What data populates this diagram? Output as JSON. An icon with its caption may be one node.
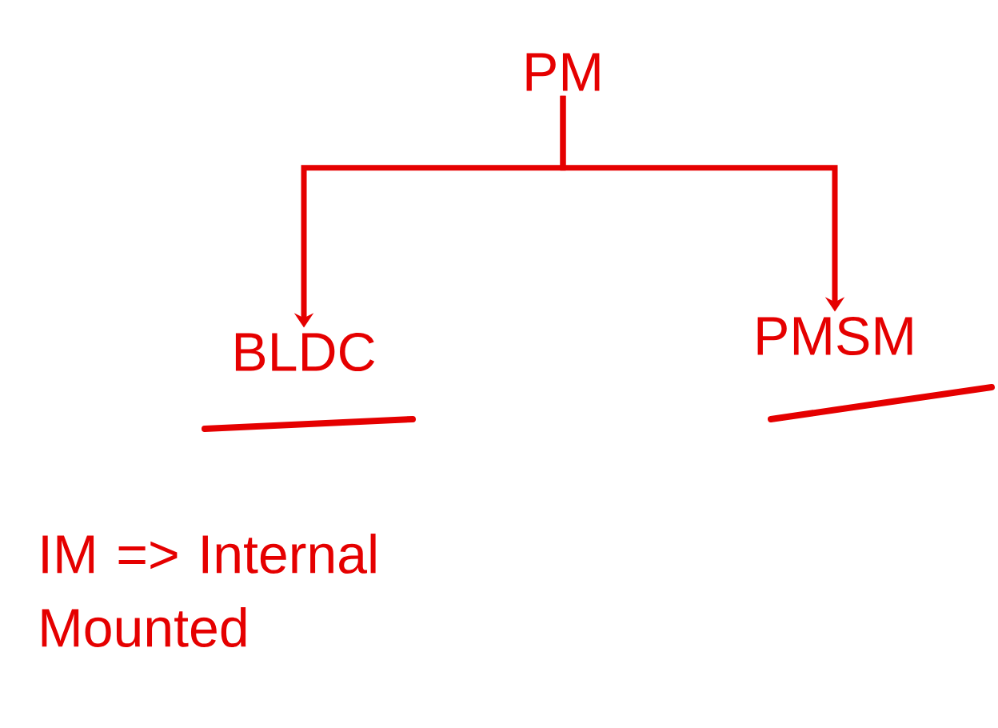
{
  "diagram": {
    "nodes": [
      {
        "text": [
          "PM"
        ]
      },
      {
        "text": [
          "BLDC"
        ]
      },
      {
        "text": [
          "PMSM"
        ]
      }
    ],
    "edges": [
      {
        "from": 0,
        "to": 1,
        "arrow": "to"
      },
      {
        "from": 0,
        "to": 2,
        "arrow": "to"
      }
    ],
    "labels": [
      "IM => Internal Mounted"
    ]
  }
}
